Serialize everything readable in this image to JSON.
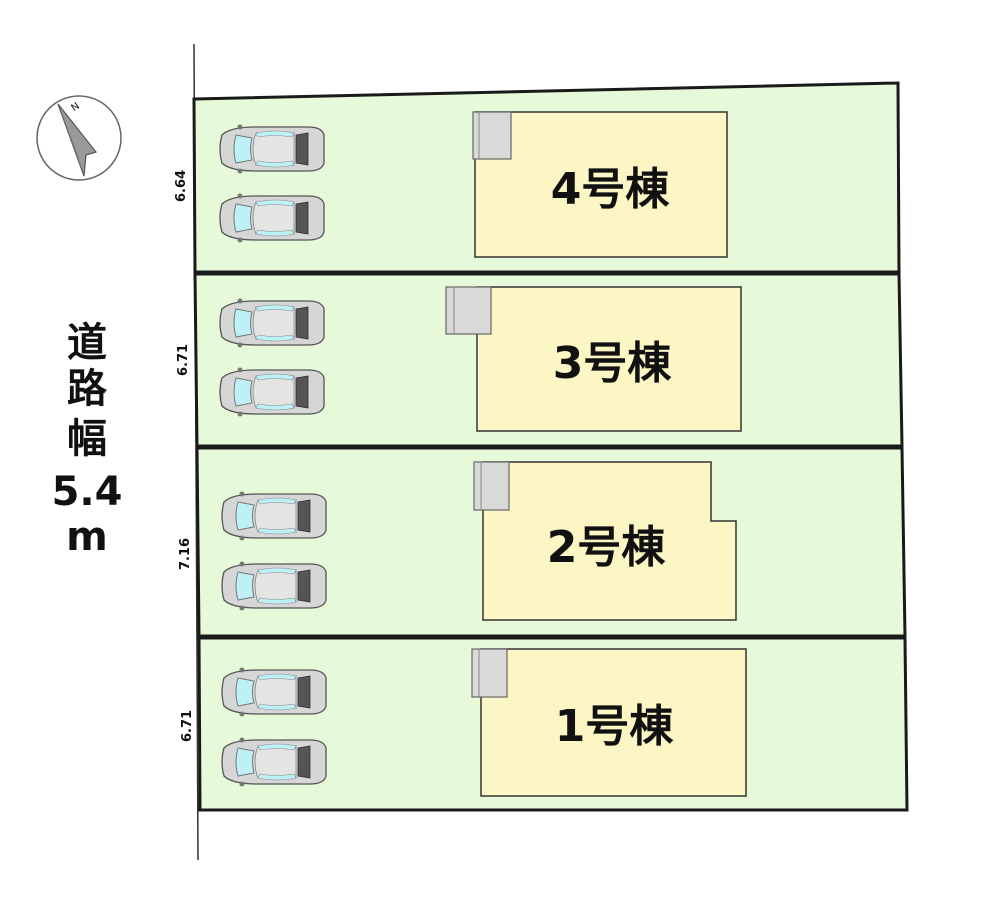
{
  "road": {
    "label_chars": [
      "道",
      "路",
      "幅",
      "5.4",
      "m"
    ]
  },
  "north": {
    "label": "N"
  },
  "lots": [
    {
      "house_label": "4号棟",
      "frontage": "6.64"
    },
    {
      "house_label": "3号棟",
      "frontage": "6.71"
    },
    {
      "house_label": "2号棟",
      "frontage": "7.16"
    },
    {
      "house_label": "1号棟",
      "frontage": "6.71"
    }
  ],
  "colors": {
    "lot_fill": "#e6f9d8",
    "house_fill": "#fbf6c4",
    "car_body": "#d6d6d6",
    "car_glass": "#bdf1f5",
    "car_rear": "#555555"
  },
  "icons": [
    "compass-north-icon",
    "car-icon"
  ]
}
